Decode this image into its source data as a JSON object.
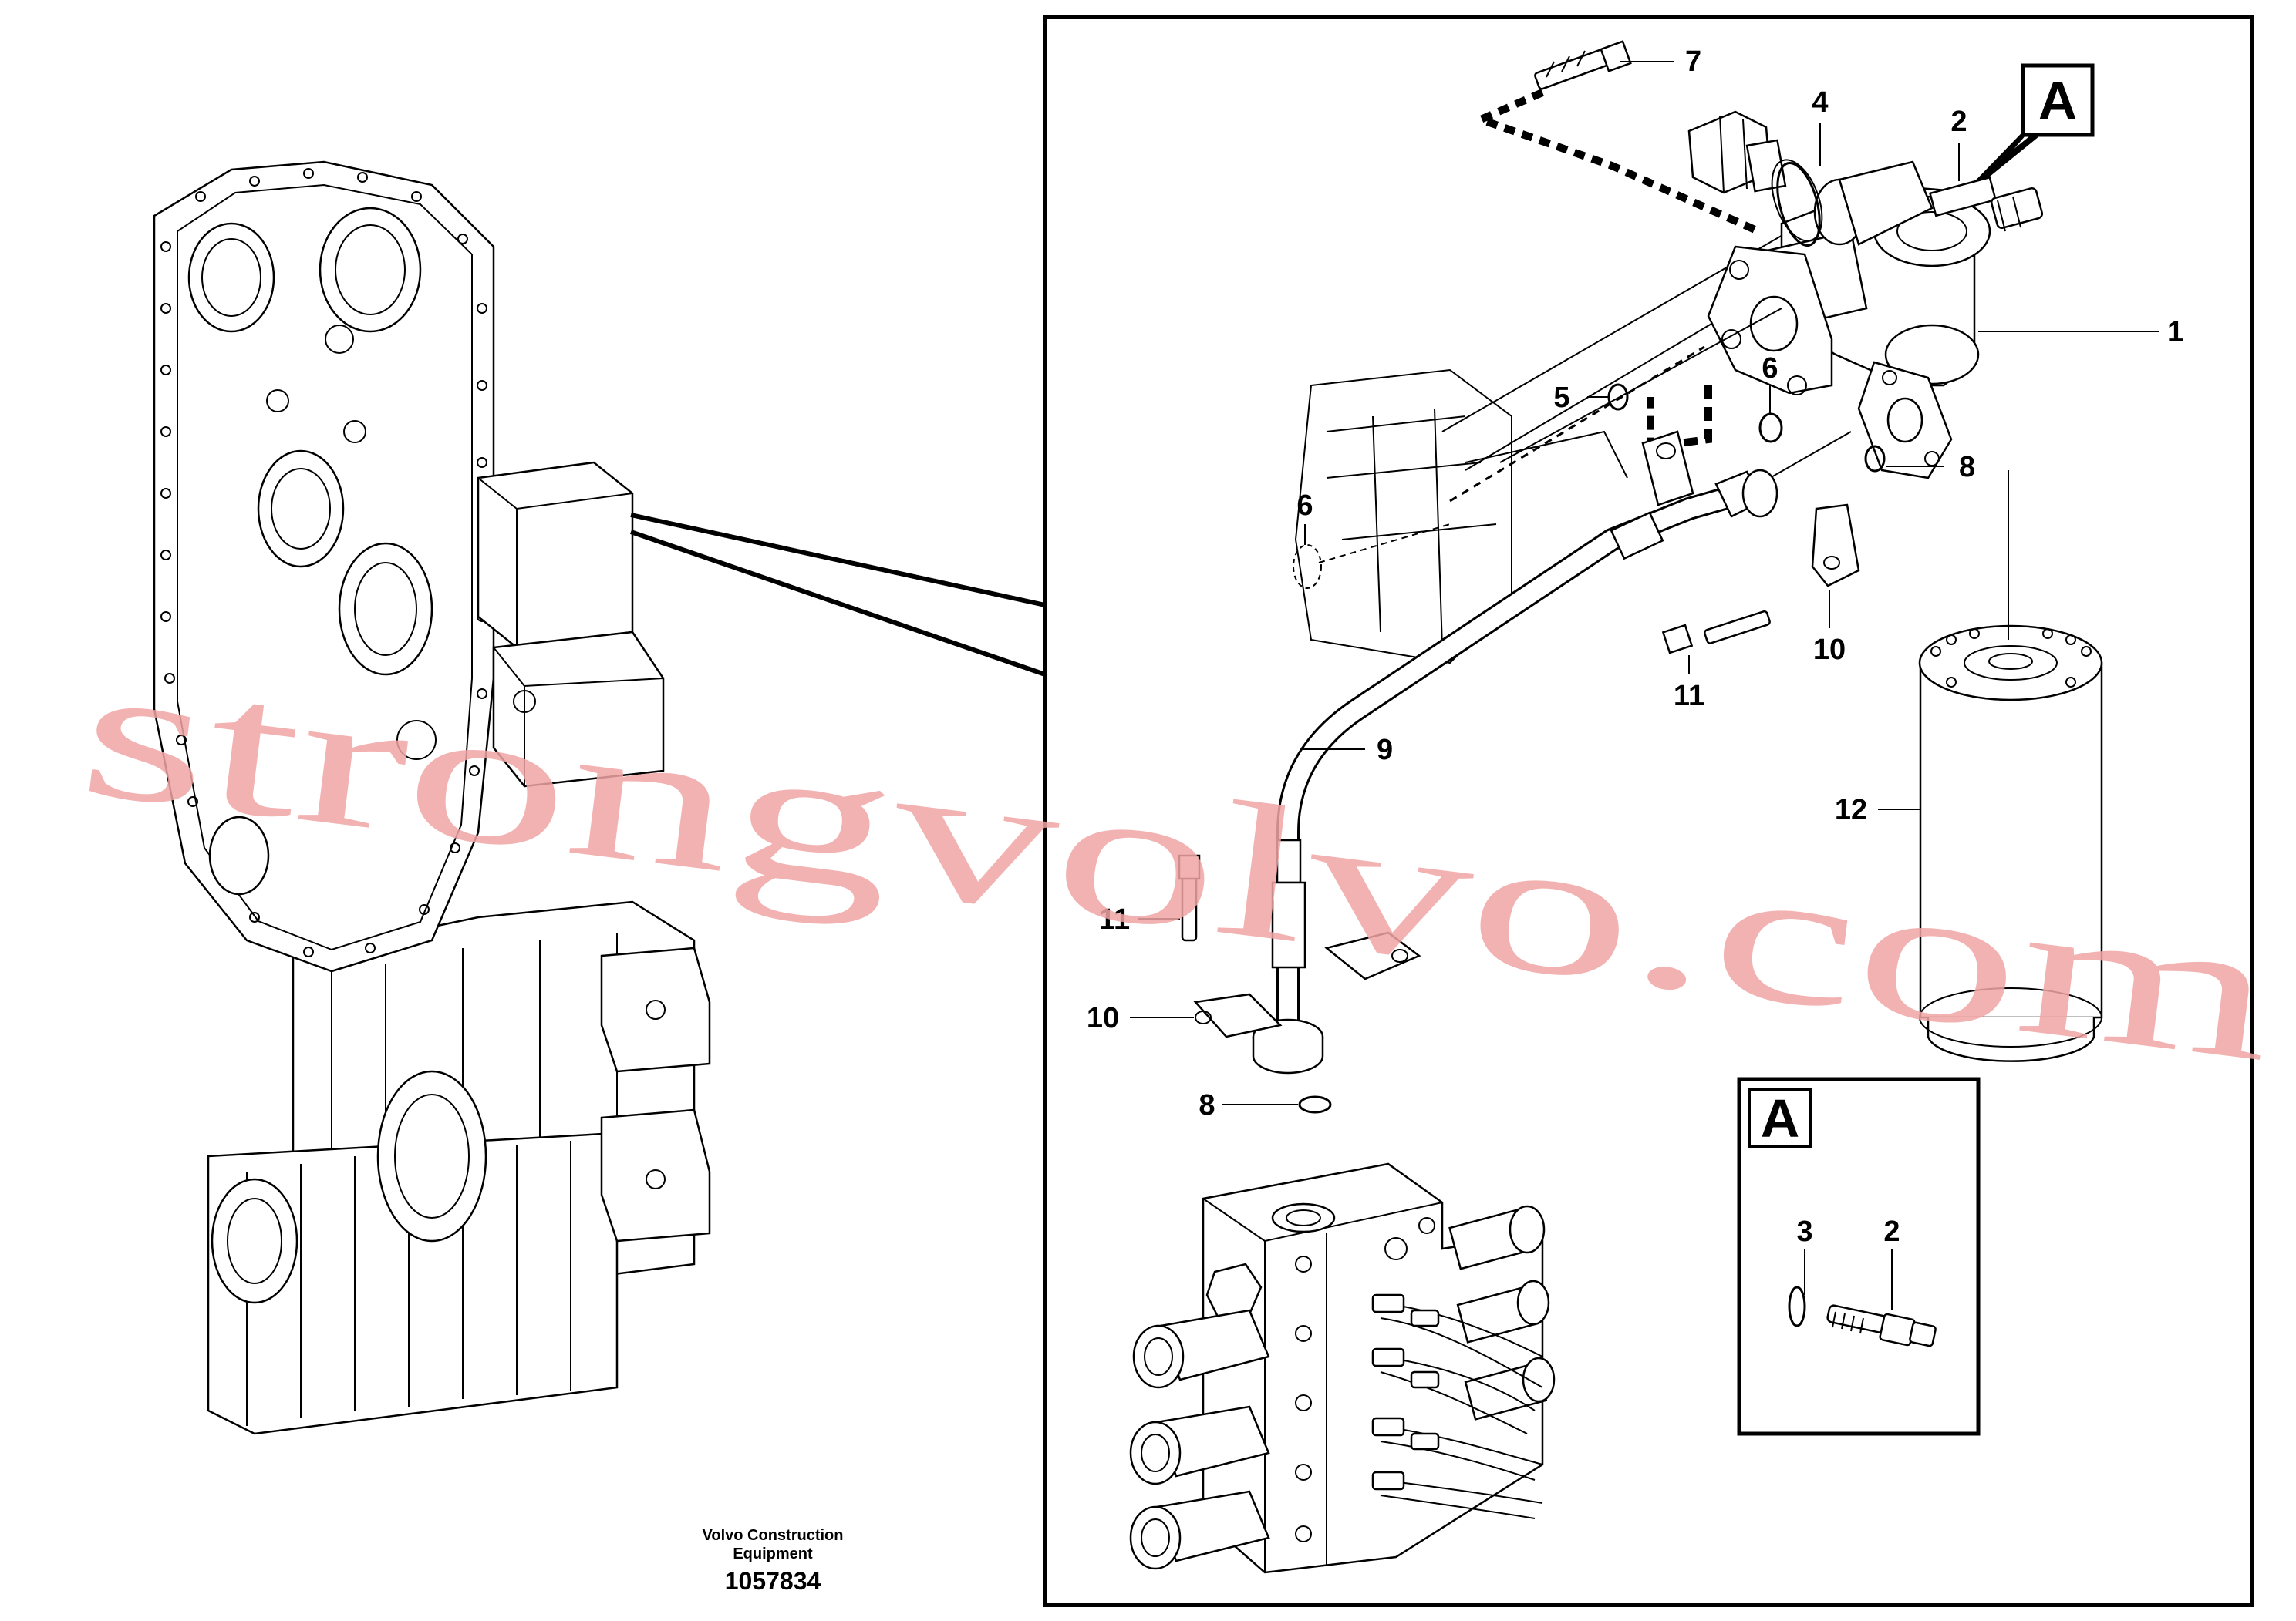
{
  "colors": {
    "line": "#000000",
    "background": "#ffffff",
    "watermark": "#f1a5a5"
  },
  "watermark": "strongvolvo.com",
  "caption": {
    "company_line1": "Volvo Construction",
    "company_line2": "Equipment",
    "drawing_number": "1057834"
  },
  "detail_label": "A",
  "inset": {
    "label": "A",
    "callouts": [
      "3",
      "2"
    ]
  },
  "callouts": [
    "7",
    "4",
    "2",
    "1",
    "5",
    "6",
    "6",
    "8",
    "9",
    "10",
    "11",
    "11",
    "12",
    "10",
    "8"
  ]
}
